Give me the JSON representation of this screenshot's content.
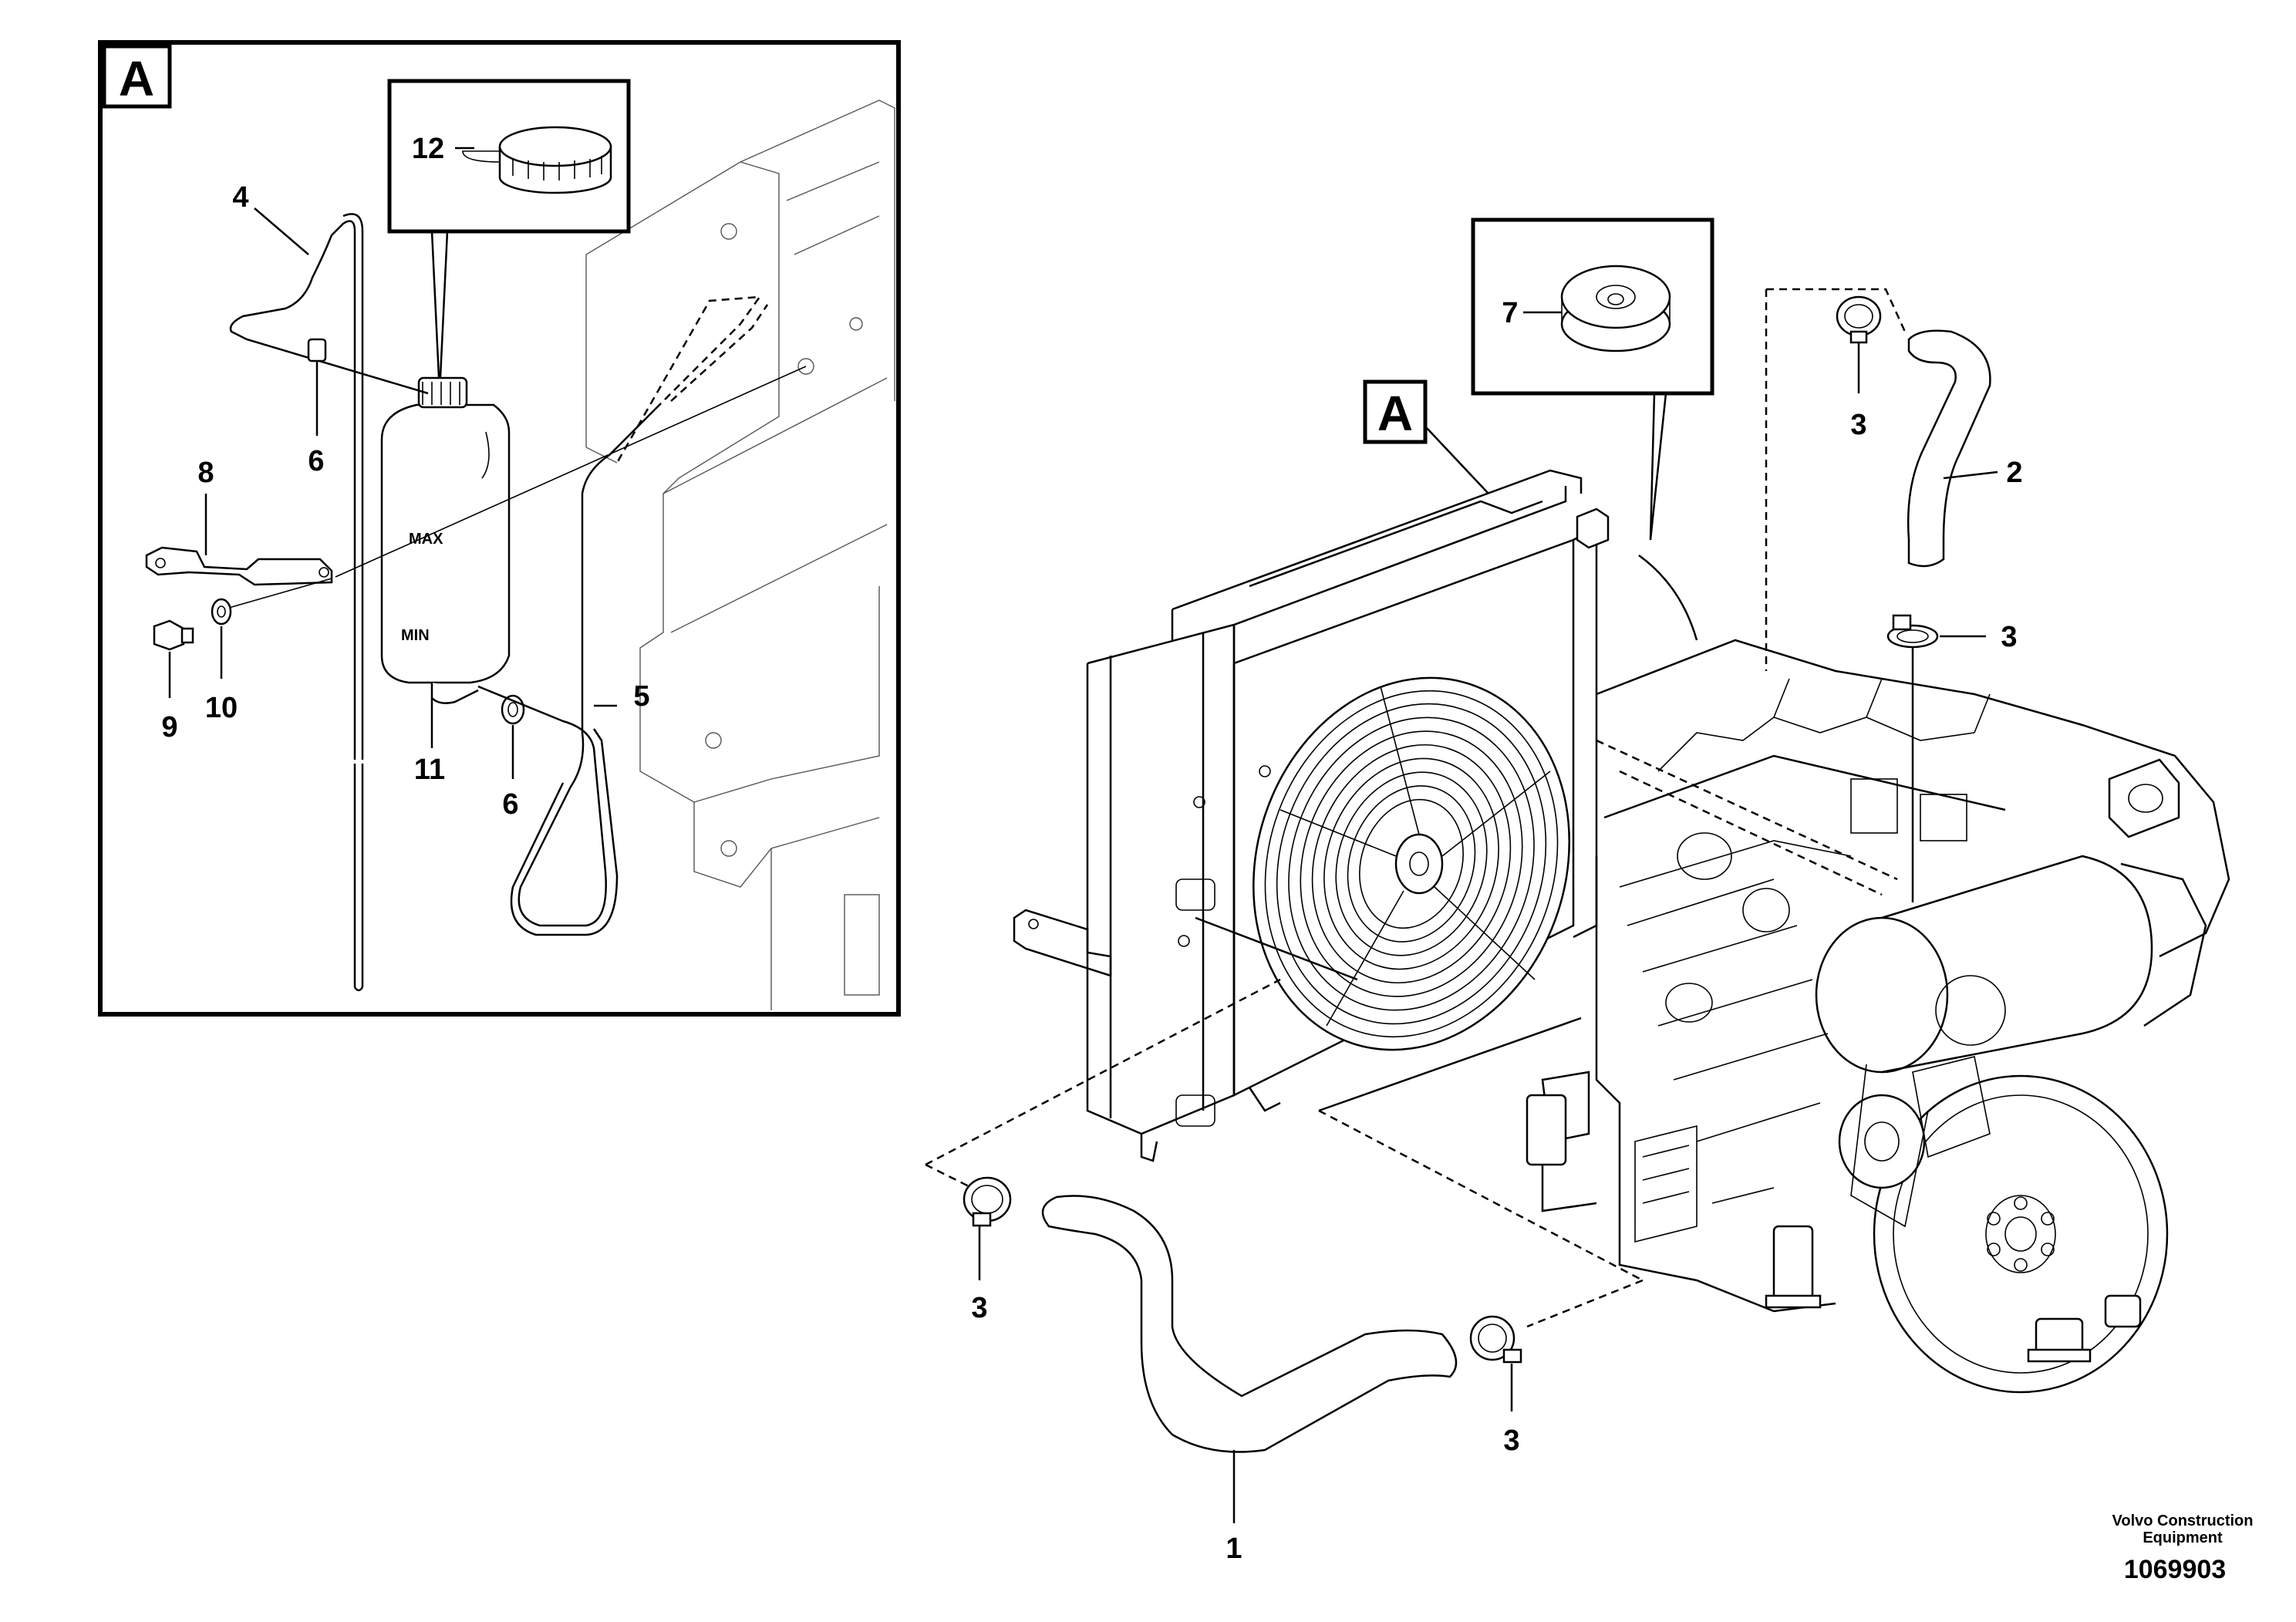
{
  "detail_box": {
    "label": "A"
  },
  "main_marker": {
    "label": "A"
  },
  "callouts": {
    "p1": "1",
    "p2": "2",
    "p3_top": "3",
    "p3_mid": "3",
    "p3_left": "3",
    "p3_right": "3",
    "p4": "4",
    "p5": "5",
    "p6_upper": "6",
    "p6_lower": "6",
    "p7": "7",
    "p8": "8",
    "p9": "9",
    "p10": "10",
    "p11": "11",
    "p12": "12"
  },
  "footer": {
    "credit_line1": "Volvo Construction",
    "credit_line2": "Equipment",
    "doc_number": "1069903"
  }
}
